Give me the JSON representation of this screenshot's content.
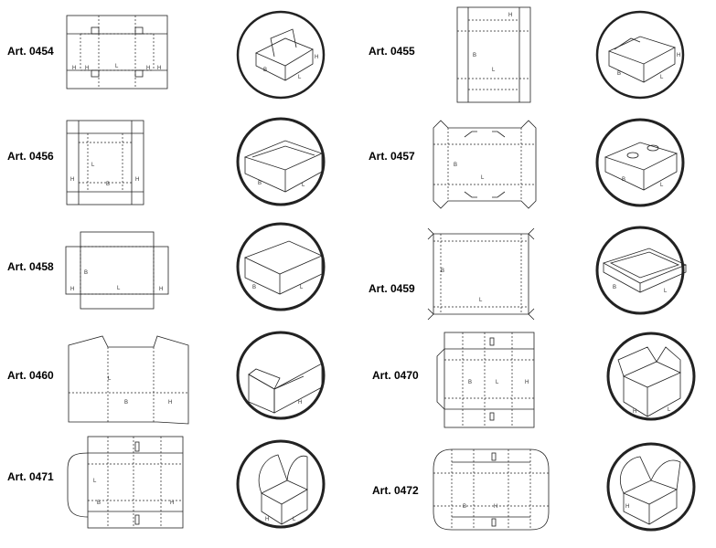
{
  "items": [
    {
      "label": "Art. 0454",
      "dims": [
        "H",
        "H",
        "L",
        "H",
        "H"
      ]
    },
    {
      "label": "Art. 0455",
      "dims": [
        "B",
        "L",
        "H"
      ]
    },
    {
      "label": "Art. 0456",
      "dims": [
        "L",
        "B",
        "H",
        "H"
      ]
    },
    {
      "label": "Art. 0457",
      "dims": [
        "B",
        "L"
      ]
    },
    {
      "label": "Art. 0458",
      "dims": [
        "B",
        "L",
        "H",
        "H"
      ]
    },
    {
      "label": "Art. 0459",
      "dims": [
        "B",
        "L"
      ]
    },
    {
      "label": "Art. 0460",
      "dims": [
        "L",
        "B",
        "H"
      ]
    },
    {
      "label": "Art. 0470",
      "dims": [
        "B",
        "L",
        "H"
      ]
    },
    {
      "label": "Art. 0471",
      "dims": [
        "L",
        "B",
        "H"
      ]
    },
    {
      "label": "Art. 0472",
      "dims": [
        "B",
        "H"
      ]
    }
  ],
  "box_dims": {
    "b": "B",
    "l": "L",
    "h": "H"
  }
}
